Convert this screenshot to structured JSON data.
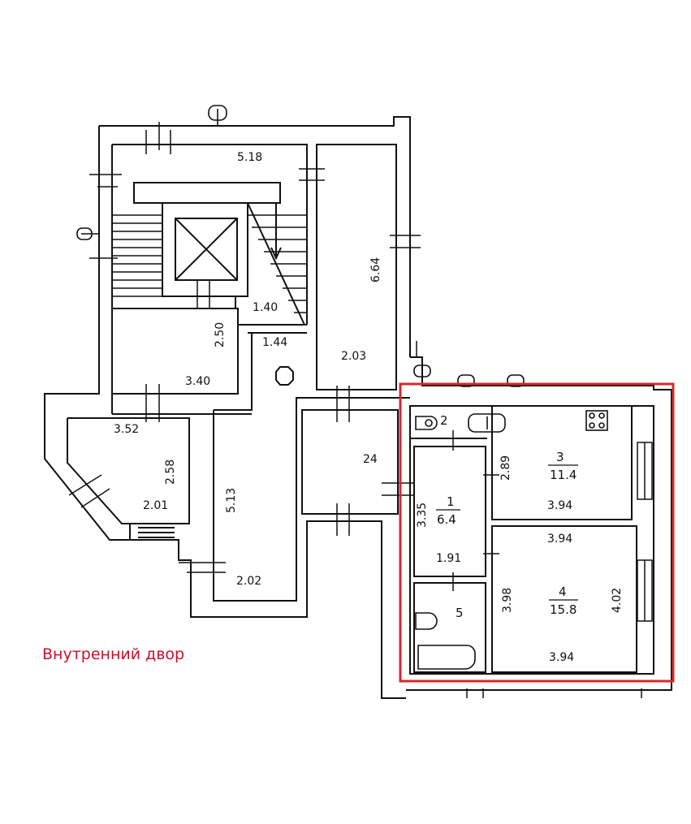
{
  "caption": "Внутренний двор",
  "highlight_color": "#d42a2a",
  "line_color": "#111111",
  "caption_color": "#c8102e",
  "dimensions": {
    "top_corridor": "5.18",
    "tall_room_height": "6.64",
    "stair_width": "1.40",
    "landing_width": "1.44",
    "hall_height": "2.50",
    "hall_width": "3.40",
    "tall_room_width": "2.03",
    "left_room_width": "3.52",
    "left_room_height": "2.58",
    "left_room_bottom": "2.01",
    "corridor_length": "5.13",
    "corridor_width": "2.02",
    "middle_room": "24",
    "room2_label": "2",
    "room1_height": "3.35",
    "room1_width": "1.91",
    "room3_height": "2.89",
    "room3_width": "3.94",
    "room4_top": "3.94",
    "room4_left": "3.98",
    "room4_right": "4.02",
    "room4_bottom": "3.94",
    "room5_label": "5"
  },
  "rooms": [
    {
      "number": "1",
      "area": "6.4"
    },
    {
      "number": "3",
      "area": "11.4"
    },
    {
      "number": "4",
      "area": "15.8"
    }
  ],
  "icons": [
    "elevator-shaft-icon",
    "stove-icon",
    "toilet-icon",
    "sink-icon",
    "bathtub-icon",
    "radiator-icon",
    "drain-icon"
  ]
}
